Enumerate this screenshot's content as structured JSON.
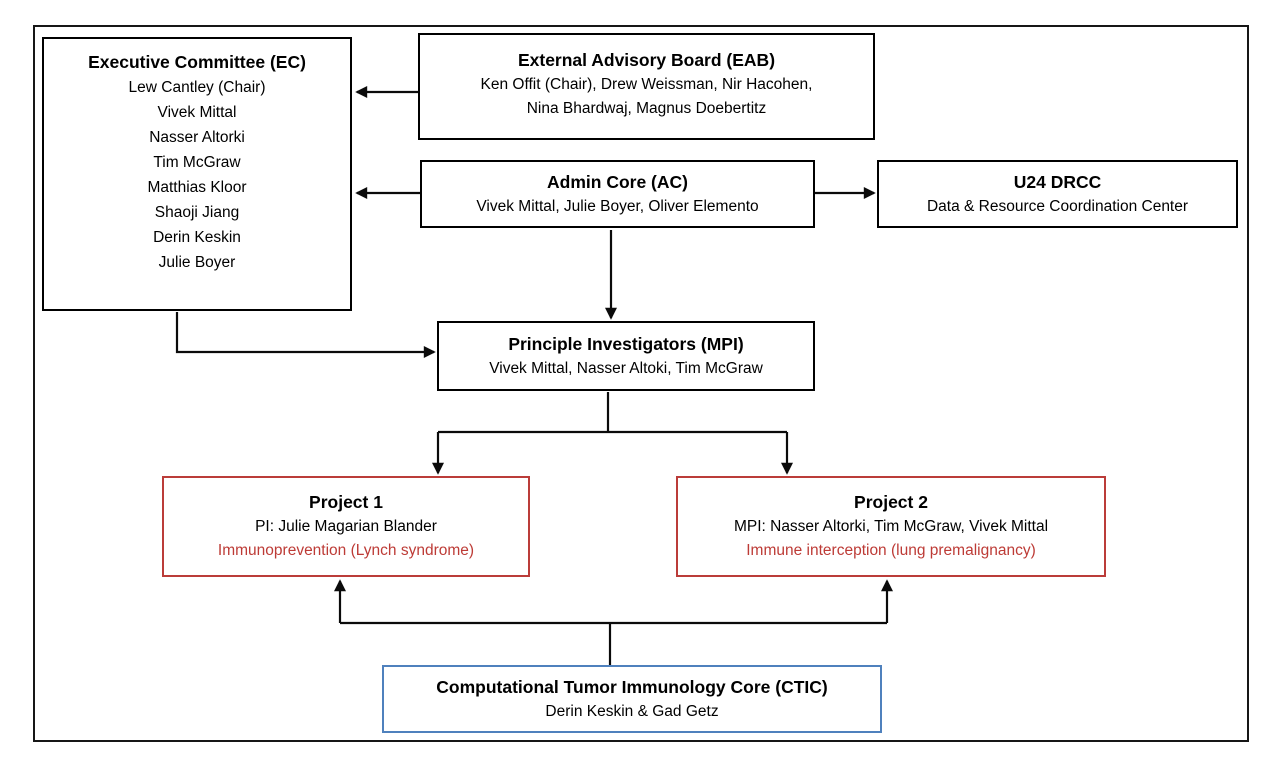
{
  "colors": {
    "box_border_black": "#000000",
    "project_border_red": "#bb3c39",
    "project_focus_text_red": "#bd3b36",
    "ctic_border_blue": "#4f81bd"
  },
  "boxes": {
    "ec": {
      "title": "Executive Committee (EC)",
      "members": [
        "Lew Cantley (Chair)",
        "Vivek Mittal",
        "Nasser Altorki",
        "Tim McGraw",
        "Matthias Kloor",
        "Shaoji Jiang",
        "Derin Keskin",
        "Julie Boyer"
      ]
    },
    "eab": {
      "title": "External Advisory Board (EAB)",
      "members": [
        "Ken Offit (Chair), Drew Weissman, Nir Hacohen,",
        "Nina Bhardwaj, Magnus Doebertitz"
      ]
    },
    "ac": {
      "title": "Admin Core (AC)",
      "members": "Vivek Mittal, Julie Boyer, Oliver Elemento"
    },
    "drcc": {
      "title": "U24 DRCC",
      "subtitle": "Data & Resource Coordination Center"
    },
    "mpi": {
      "title": "Principle Investigators (MPI)",
      "members": "Vivek Mittal, Nasser Altoki, Tim McGraw"
    },
    "project1": {
      "title": "Project 1",
      "pi_line": "PI: Julie Magarian Blander",
      "focus_line": "Immunoprevention (Lynch syndrome)"
    },
    "project2": {
      "title": "Project 2",
      "pi_line": "MPI: Nasser Altorki, Tim McGraw, Vivek Mittal",
      "focus_line": "Immune interception (lung premalignancy)"
    },
    "ctic": {
      "title": "Computational Tumor Immunology Core (CTIC)",
      "members": "Derin Keskin & Gad Getz"
    }
  }
}
